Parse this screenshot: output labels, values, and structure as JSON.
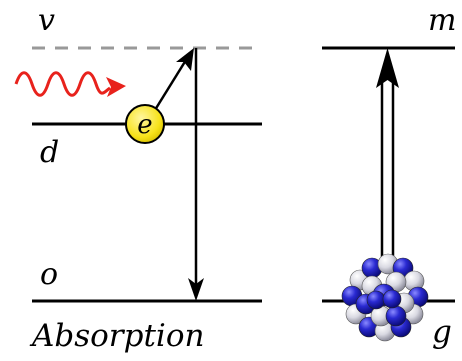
{
  "left_diagram": {
    "caption": "Absorption",
    "levels": {
      "virtual": "v",
      "donor": "d",
      "lower": "o"
    },
    "electron_label": "e",
    "colors": {
      "photon": "#e8221c",
      "electron_fill": "#f7e21a",
      "virtual_line": "#999999",
      "line": "#000000"
    }
  },
  "right_diagram": {
    "levels": {
      "upper": "m",
      "ground": "g"
    },
    "colors": {
      "nucleus_blue": "#2424c8",
      "nucleus_white": "#e0e0e6"
    }
  }
}
